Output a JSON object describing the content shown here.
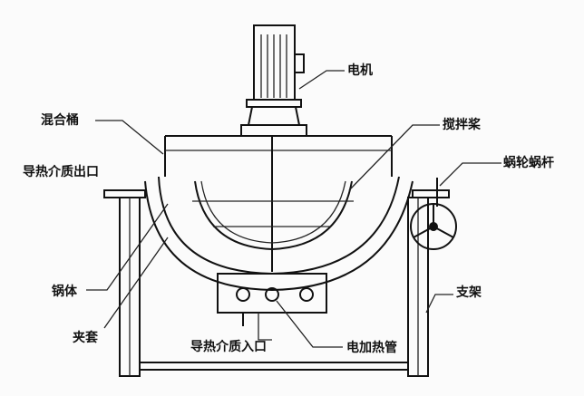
{
  "title": "电加热夹层锅结构图",
  "labels": {
    "motor": "电机",
    "mixing_tank": "混合桶",
    "agitator": "搅拌桨",
    "worm_gear": "蜗轮蜗杆",
    "outlet": "导热介质出口",
    "pot_body": "锅体",
    "jacket": "夹套",
    "inlet": "导热介质入口",
    "heating_tube": "电加热管",
    "stand": "支架"
  }
}
